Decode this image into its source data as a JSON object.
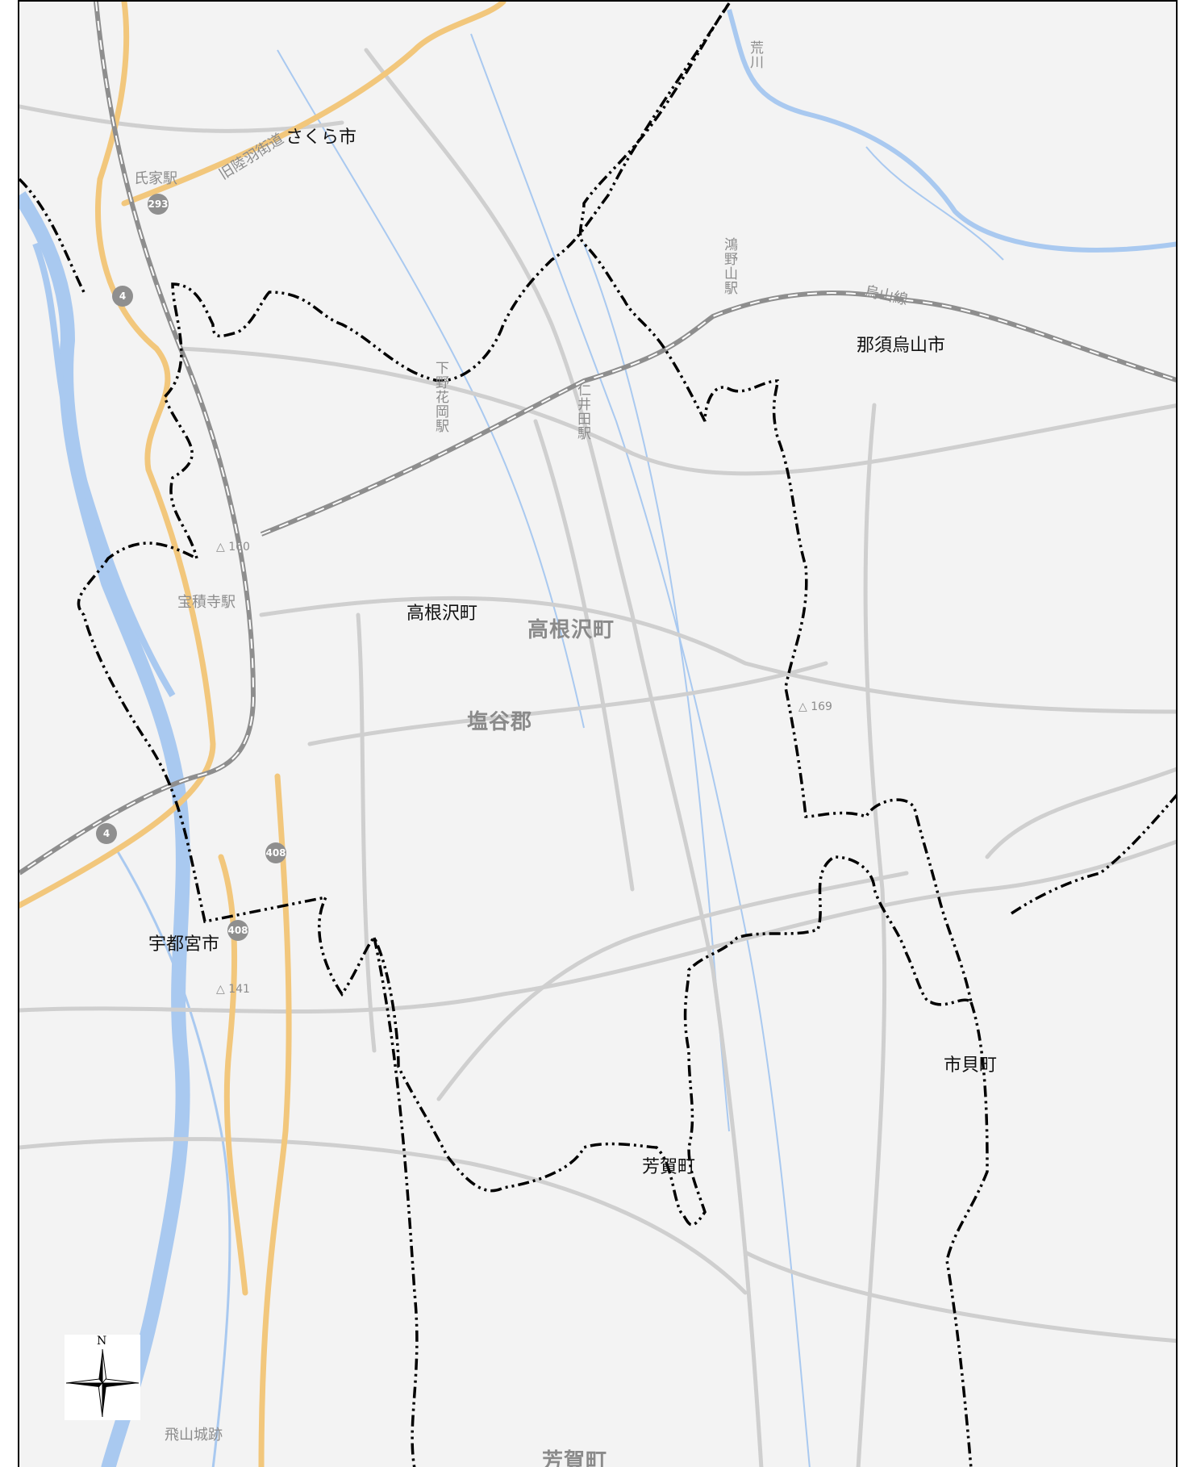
{
  "municipalities": {
    "sakura": "さくら市",
    "nasukarasuyama": "那須烏山市",
    "takanezawa": "高根沢町",
    "utsunomiya": "宇都宮市",
    "ichikai": "市貝町",
    "haga": "芳賀町"
  },
  "base_map_labels": {
    "takanezawa_town": "高根沢町",
    "shioya_district": "塩谷郡",
    "haga_town": "芳賀町",
    "karasuyama_line": "烏山線",
    "old_road": "旧陸羽街道",
    "ujiie_station": "氏家駅",
    "hosekiji_station": "宝積寺駅",
    "shimotsuke_hanaoka_station": "下野花岡駅",
    "niida_station": "仁井田駅",
    "konoyama_station": "鴻野山駅",
    "ara_river": "荒川",
    "tobiyama_castle": "飛山城跡",
    "elev_160": "160",
    "elev_169": "169",
    "elev_141": "141"
  },
  "routes": {
    "r293": "293",
    "r4_north": "4",
    "r4_south": "4",
    "r408_a": "408",
    "r408_b": "408"
  },
  "compass": {
    "north": "N"
  },
  "colors": {
    "background": "#f3f3f3",
    "road": "#d0d0d0",
    "national_road": "#f5c97a",
    "river": "#9ec3ee",
    "rail": "#8a8a8a",
    "boundary": "#000000"
  }
}
